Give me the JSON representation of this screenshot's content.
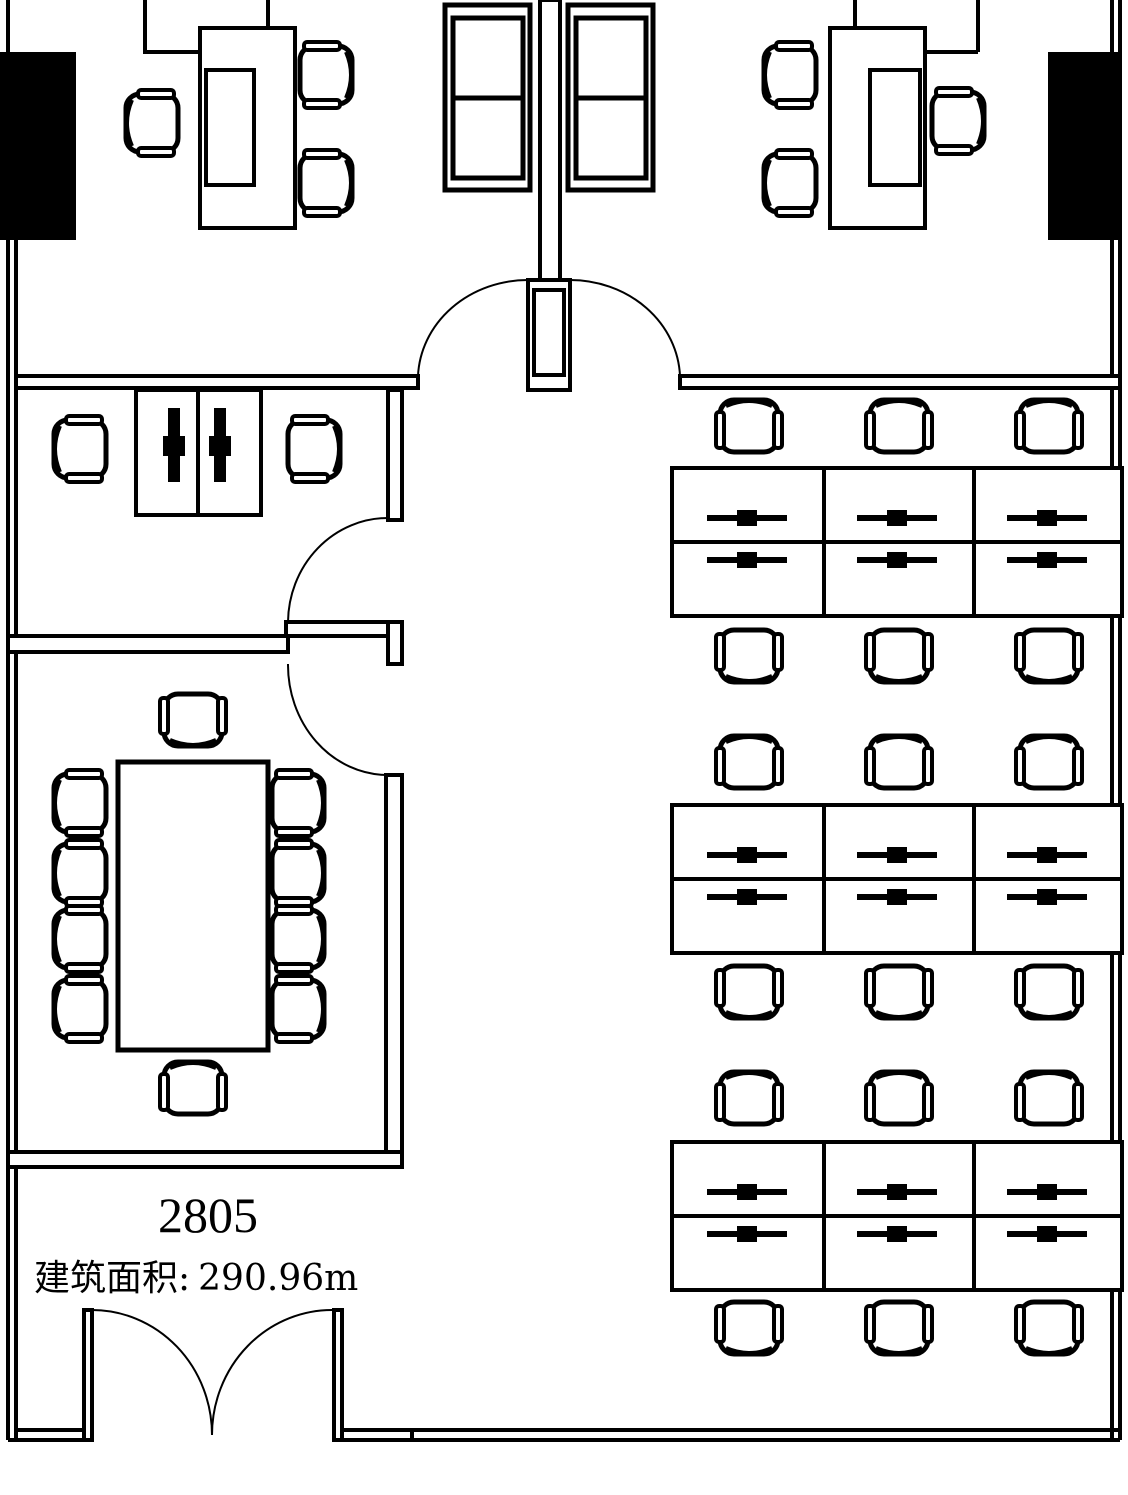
{
  "unit": {
    "number": "2805",
    "area_label": "建筑面积",
    "area_separator": ":",
    "area_value": "290.96m"
  },
  "colors": {
    "line": "#000000",
    "background": "#ffffff",
    "column_fill": "#000000"
  }
}
